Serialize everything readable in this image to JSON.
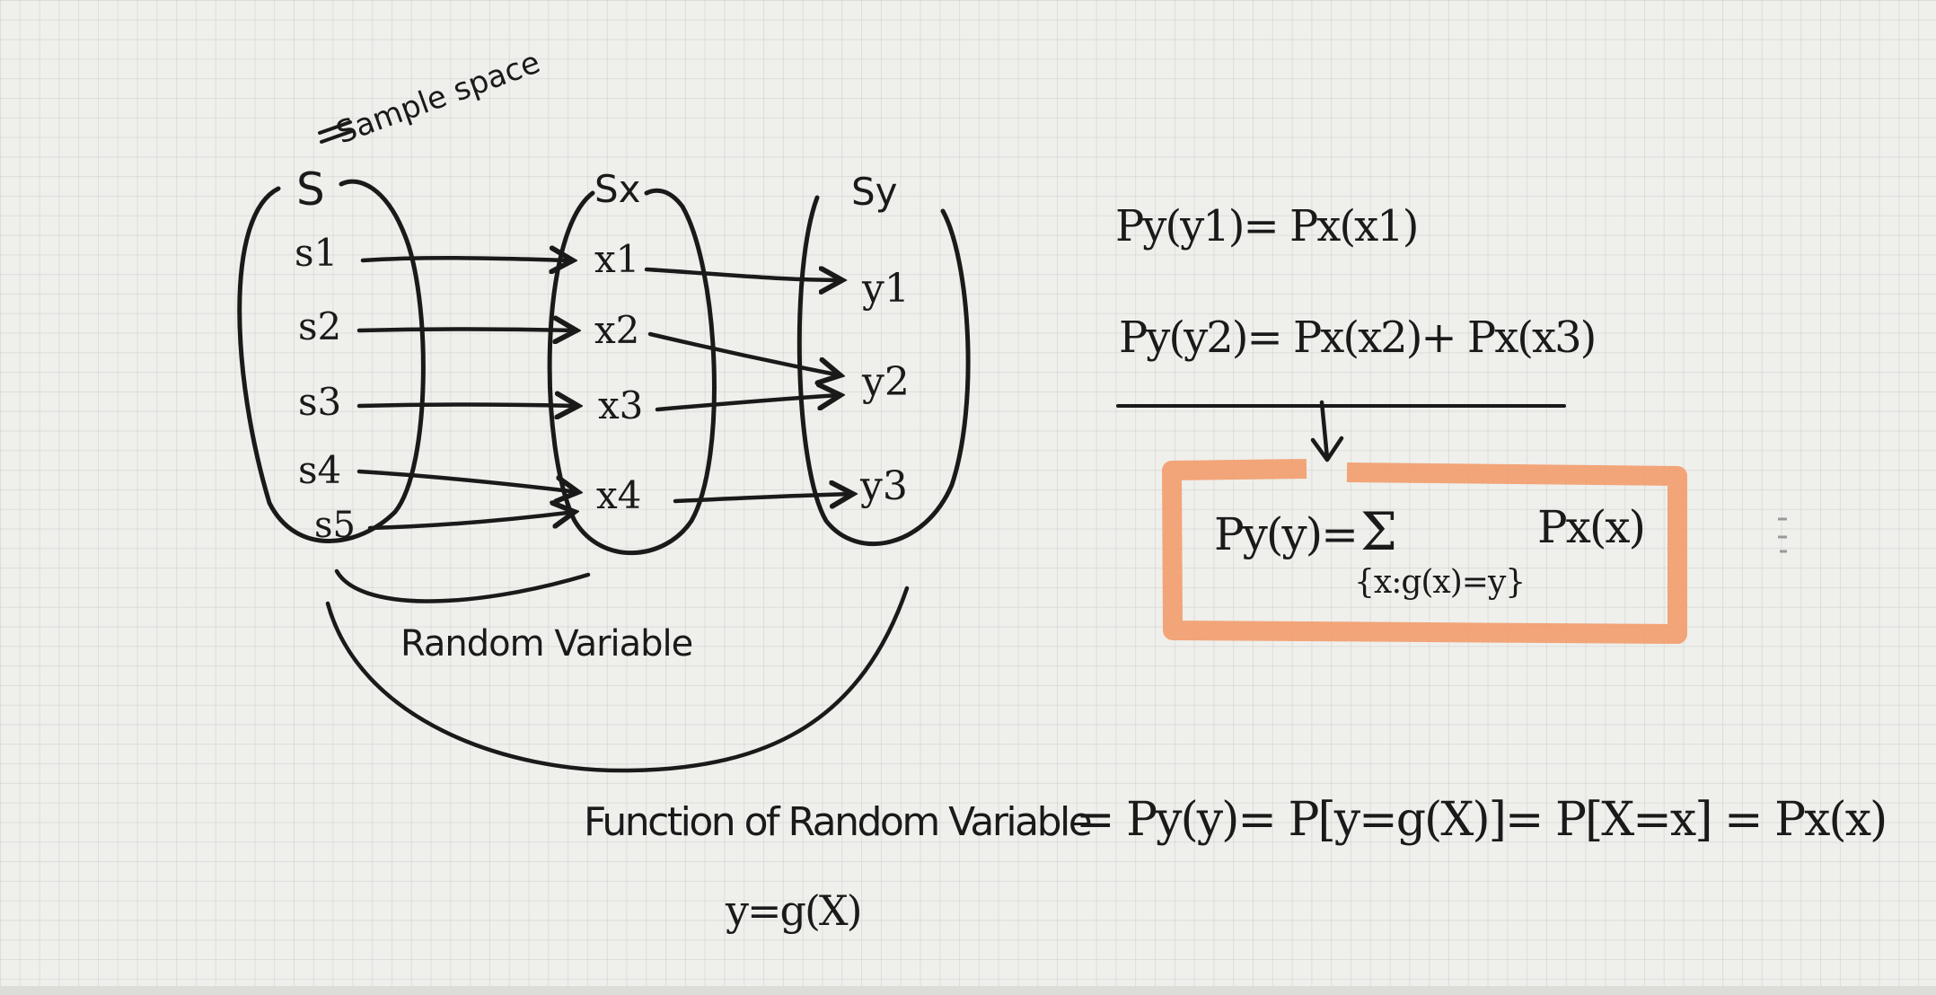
{
  "sample_space_note": "Sample space",
  "sets": {
    "s_label": "S",
    "sx_label": "Sx",
    "sy_label": "Sy"
  },
  "sample_points": [
    "s1",
    "s2",
    "s3",
    "s4",
    "s5"
  ],
  "x_values": [
    "x1",
    "x2",
    "x3",
    "x4"
  ],
  "y_values": [
    "y1",
    "y2",
    "y3"
  ],
  "brace_label": "Random Variable",
  "equations": {
    "eq1": "Py(y1)= Px(x1)",
    "eq2": "Py(y2)= Px(x2)+ Px(x3)",
    "boxed_lhs": "Py(y)=",
    "boxed_sum": "Σ",
    "boxed_sub": "{x:g(x)=y}",
    "boxed_rhs": "Px(x)",
    "function_label": "Function of Random Variable",
    "function_eq": "= Py(y)= P[y=g(X)]= P[X=x] = Px(x)",
    "y_def": "y=g(X)"
  },
  "colors": {
    "ink": "#1a1a1a",
    "highlight": "#f1a072",
    "paper": "#efefec"
  }
}
